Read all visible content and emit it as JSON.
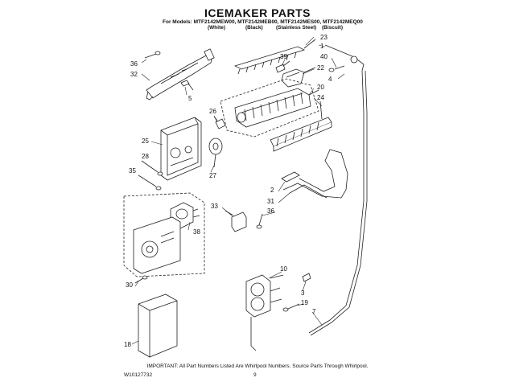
{
  "header": {
    "title": "ICEMAKER PARTS",
    "models_line": "For Models: MTF2142MEW00, MTF2142MEB00, MTF2142MES00, MTF2142MEQ00",
    "colors": [
      "(White)",
      "(Black)",
      "(Stainless Steel)",
      "(Biscuit)"
    ]
  },
  "callouts": {
    "c23": "23",
    "c1": "1",
    "c36a": "36",
    "c39": "39",
    "c40": "40",
    "c4": "4",
    "c32": "32",
    "c22": "22",
    "c5": "5",
    "c20": "20",
    "c24": "24",
    "c26": "26",
    "c25": "25",
    "c28": "28",
    "c27": "27",
    "c35": "35",
    "c2": "2",
    "c31": "31",
    "c33": "33",
    "c36b": "36",
    "c38": "38",
    "c10": "10",
    "c30": "30",
    "c3": "3",
    "c19": "19",
    "c7": "7",
    "c18": "18"
  },
  "footer": {
    "note": "IMPORTANT: All Part Numbers Listed Are Whirlpool Numbers. Source Parts Through Whirlpool.",
    "part_number": "W10127732",
    "page_number": "9"
  }
}
